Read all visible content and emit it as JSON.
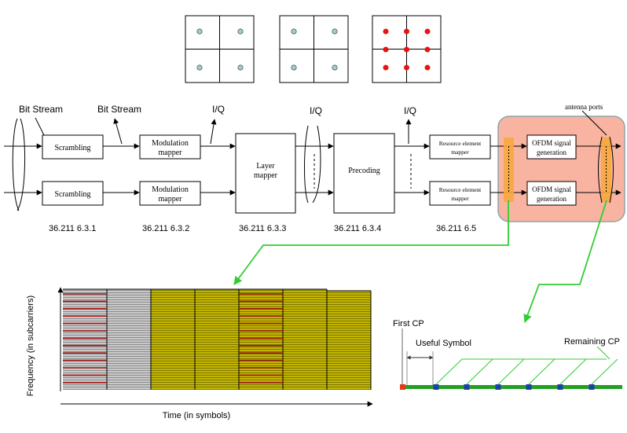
{
  "labels": {
    "bit_stream_1": "Bit Stream",
    "bit_stream_2": "Bit Stream",
    "iq_1": "I/Q",
    "iq_2": "I/Q",
    "iq_3": "I/Q",
    "antenna_ports": "antenna ports"
  },
  "blocks": {
    "scrambling_top": "Scrambling",
    "scrambling_bottom": "Scrambling",
    "modulation_top_1": "Modulation",
    "modulation_top_2": "mapper",
    "modulation_bottom_1": "Modulation",
    "modulation_bottom_2": "mapper",
    "layer_mapper_1": "Layer",
    "layer_mapper_2": "mapper",
    "precoding": "Precoding",
    "re_mapper_top_1": "Resource element",
    "re_mapper_top_2": "mapper",
    "re_mapper_bottom_1": "Resource element",
    "re_mapper_bottom_2": "mapper",
    "ofdm_top_1": "OFDM signal",
    "ofdm_top_2": "generation",
    "ofdm_bottom_1": "OFDM signal",
    "ofdm_bottom_2": "generation"
  },
  "spec_refs": [
    "36.211 6.3.1",
    "36.211 6.3.2",
    "36.211 6.3.3",
    "36.211 6.3.4",
    "36.211 6.5"
  ],
  "grid": {
    "ylabel": "Frequency (in subcarriers)",
    "xlabel": "Time (in symbols)"
  },
  "cp": {
    "first_cp": "First CP",
    "useful_symbol": "Useful Symbol",
    "remaining_cp": "Remaining CP"
  },
  "colors": {
    "ofdm_highlight": "#f8b4a0",
    "port_highlight": "#f7a83e",
    "green_arrow": "#33cc33",
    "constellation_qpsk": "#9ccfc6",
    "constellation_16": "#ee1111",
    "grid_gray": "#a9a9a9",
    "grid_olive": "#b3a800",
    "grid_red": "#a01818",
    "cp_bar": "#22a022",
    "cp_marker": "#1f3fa8",
    "cp_first": "#e03a1a"
  }
}
